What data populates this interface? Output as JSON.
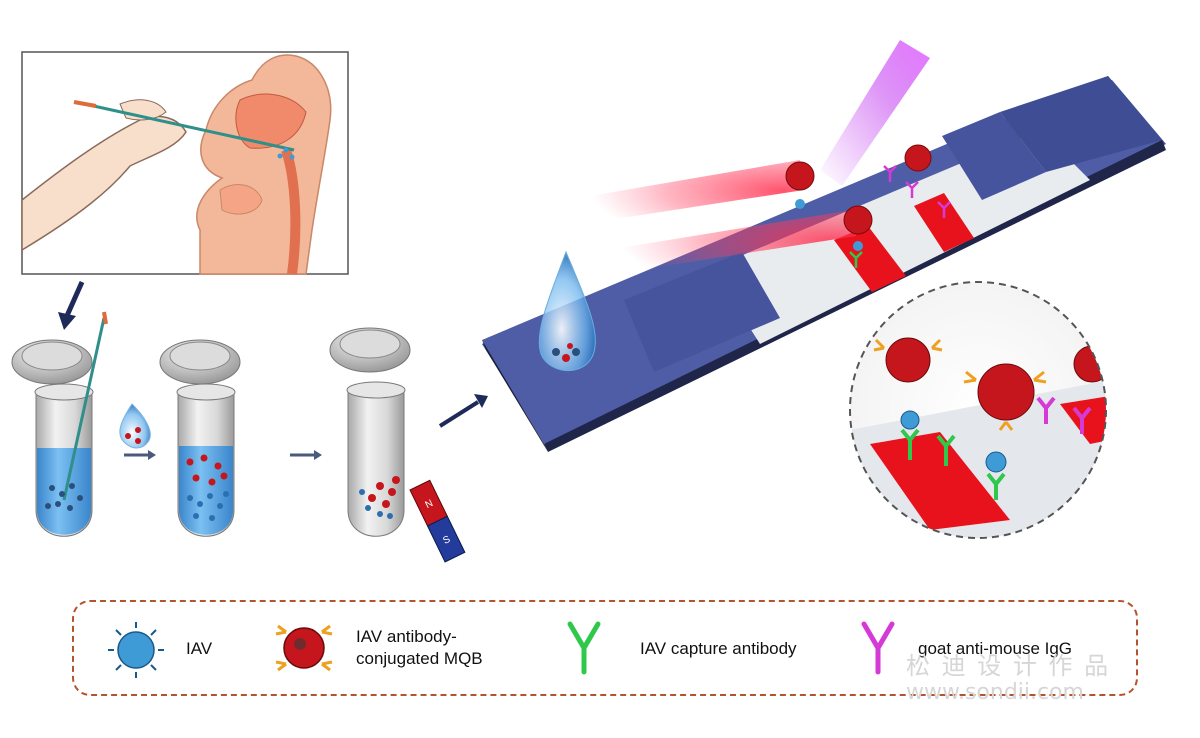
{
  "legend": {
    "iav_label": "IAV",
    "mqb_label_line1": "IAV antibody-",
    "mqb_label_line2": "conjugated MQB",
    "capture_label": "IAV capture antibody",
    "igg_label": "goat anti-mouse IgG"
  },
  "watermark": {
    "chinese": "松 迪 设 计 作 品",
    "url": "www.sondii.com"
  },
  "magnet": {
    "n_label": "N",
    "s_label": "S"
  },
  "colors": {
    "iav_blue": "#3e9bd6",
    "mqb_red": "#c4161c",
    "antibody_orange": "#f0a020",
    "capture_green": "#2fc84a",
    "igg_magenta": "#d63ad6",
    "strip_blue": "#4a5a9e",
    "strip_membrane": "#e8ecef",
    "test_line_red": "#e8121c",
    "laser_purple": "#c23cf0",
    "legend_border": "#b5522f",
    "liquid_blue": "#4a9fe0"
  }
}
